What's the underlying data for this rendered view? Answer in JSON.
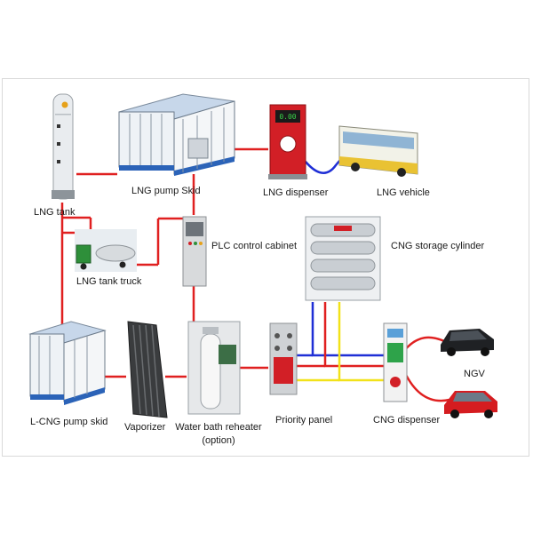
{
  "diagram": {
    "title": "LNG / L-CNG refueling station process flow",
    "components": {
      "lng_tank": "LNG tank",
      "lng_pump_skid": "LNG pump Skid",
      "lng_dispenser": "LNG dispenser",
      "lng_vehicle": "LNG vehicle",
      "lng_tank_truck": "LNG tank truck",
      "plc_cabinet": "PLC control cabinet",
      "cng_storage": "CNG storage cylinder",
      "lcng_pump_skid": "L-CNG pump skid",
      "vaporizer": "Vaporizer",
      "water_bath_line1": "Water bath reheater",
      "water_bath_line2": "(option)",
      "priority_panel": "Priority panel",
      "cng_dispenser": "CNG dispenser",
      "ngv": "NGV"
    },
    "dispenser_screen": "0.00",
    "pipe_colors": {
      "main": "#e02020",
      "high": "#1f2fd6",
      "mid": "#e02020",
      "low": "#f2e21a"
    }
  }
}
